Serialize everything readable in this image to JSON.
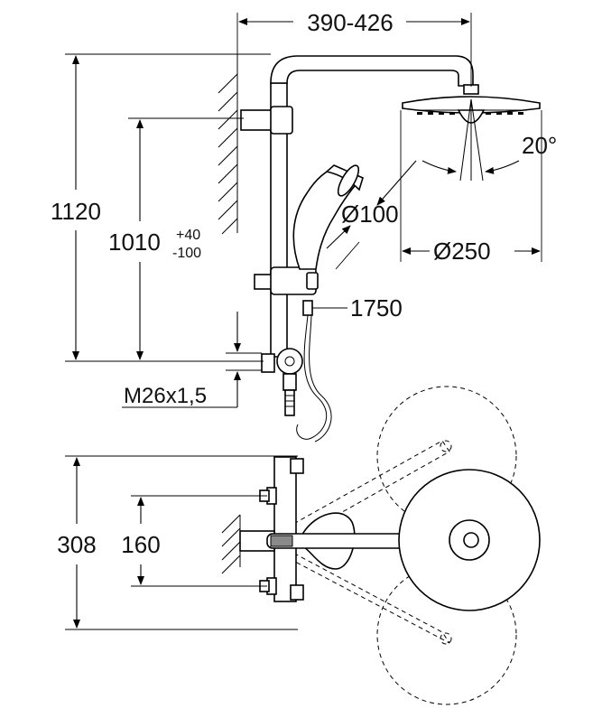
{
  "dimensions": {
    "arm_reach": "390-426",
    "total_height": "1120",
    "height_base": "1010",
    "height_tol_plus": "+40",
    "height_tol_minus": "-100",
    "angle": "20°",
    "hand_shower_dia": "Ø100",
    "head_shower_dia": "Ø250",
    "hose_length": "1750",
    "thread": "M26x1,5",
    "mixer_height": "308",
    "connection_spacing": "160"
  }
}
